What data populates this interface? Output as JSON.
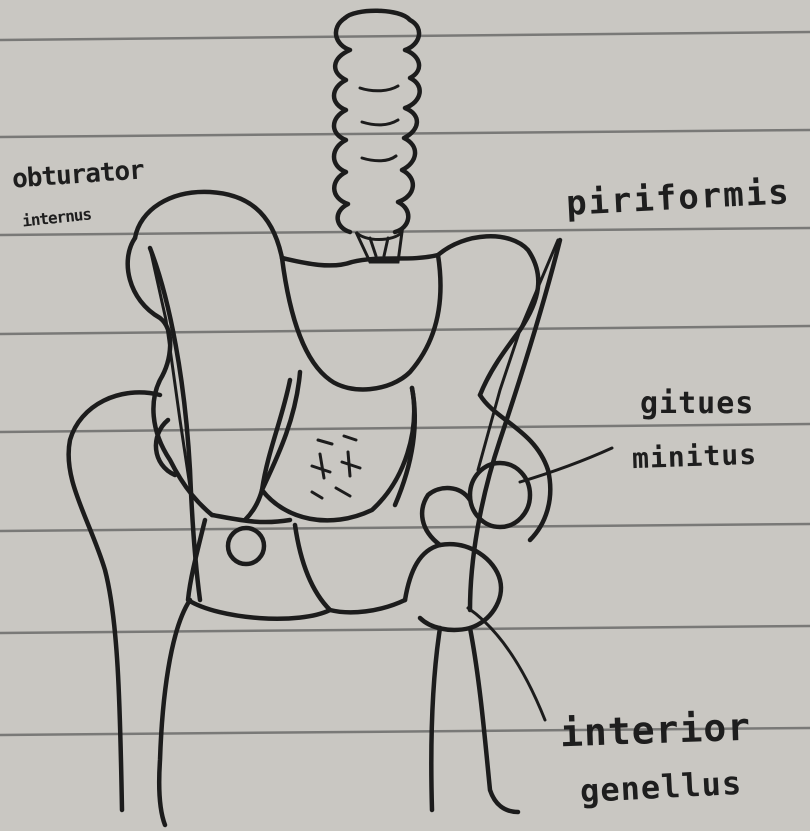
{
  "labels": {
    "obturator_line1": "obturator",
    "obturator_line2": "internus",
    "piriformis": "piriformis",
    "gemellus_line1": "gitues",
    "gemellus_line2": "minitus",
    "inferior_line1": "interior",
    "inferior_line2": "genellus"
  },
  "colors": {
    "paper": "#c9c7c2",
    "ink": "#1c1c1c",
    "rule_lines": "#5f5f5f"
  }
}
